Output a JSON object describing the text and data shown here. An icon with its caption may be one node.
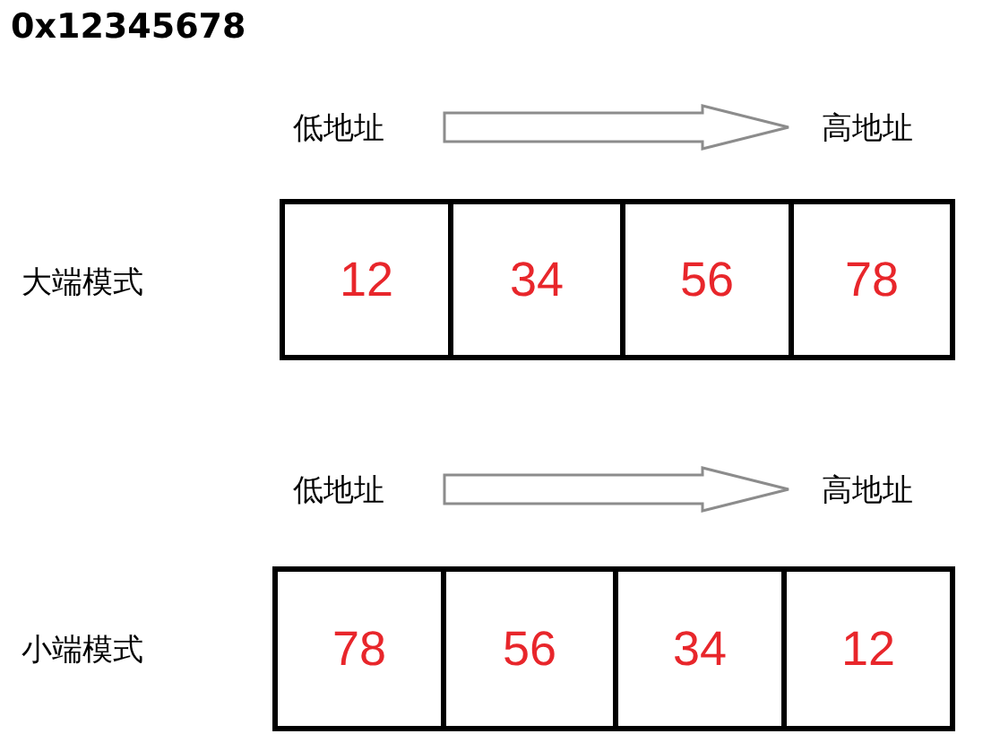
{
  "diagram": {
    "title": "0x12345678",
    "nodes": [
      {
        "text": [
          "低地址"
        ]
      },
      {
        "text": [
          "高地址"
        ]
      },
      {
        "text": [
          "12"
        ]
      },
      {
        "text": [
          "34"
        ]
      },
      {
        "text": [
          "56"
        ]
      },
      {
        "text": [
          "78"
        ]
      },
      {
        "text": [
          "低地址"
        ]
      },
      {
        "text": [
          "高地址"
        ]
      },
      {
        "text": [
          "78"
        ]
      },
      {
        "text": [
          "56"
        ]
      },
      {
        "text": [
          "34"
        ]
      },
      {
        "text": [
          "12"
        ]
      }
    ],
    "edges": [
      {
        "from": 0,
        "to": 1,
        "arrow": "to"
      },
      {
        "from": 6,
        "to": 7,
        "arrow": "to"
      }
    ],
    "labels": [
      "大端模式",
      "小端模式"
    ]
  }
}
